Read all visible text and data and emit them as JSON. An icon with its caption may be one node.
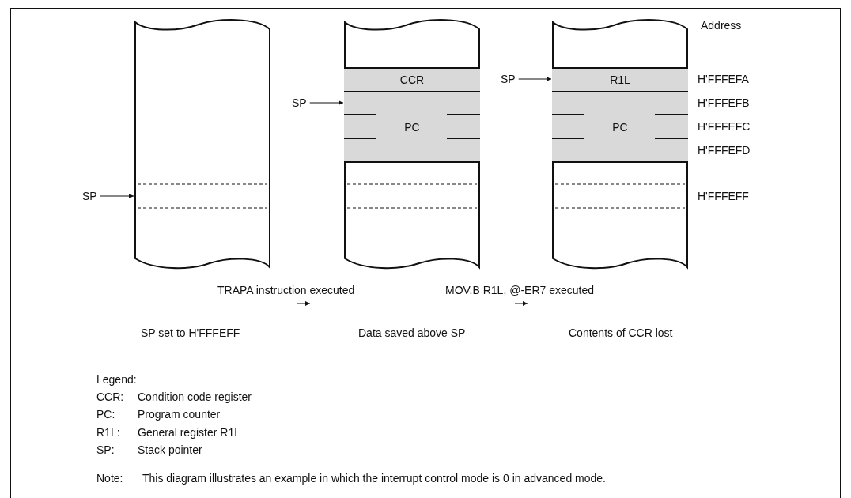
{
  "diagram": {
    "nodes": [
      {
        "text": [],
        "shape": "box"
      },
      {
        "text": [
          "SP"
        ]
      },
      {
        "text": [],
        "shape": "box"
      },
      {
        "text": [
          "CCR"
        ],
        "in": 2
      },
      {
        "text": [
          "PC"
        ],
        "in": 2
      },
      {
        "text": [
          "SP"
        ]
      },
      {
        "text": [],
        "shape": "box"
      },
      {
        "text": [
          "R1L"
        ],
        "in": 6
      },
      {
        "text": [
          "PC"
        ],
        "in": 6
      },
      {
        "text": [
          "SP"
        ]
      }
    ],
    "edges": [
      {
        "from": 1,
        "to": 0,
        "arrow": "to"
      },
      {
        "from": 5,
        "to": 4,
        "arrow": "to"
      },
      {
        "from": 9,
        "to": 7,
        "arrow": "to"
      }
    ],
    "labels": [
      "Address",
      "H'FFFEFA",
      "H'FFFEFB",
      "H'FFFEFC",
      "H'FFFEFD",
      "H'FFFEFF",
      "TRAPA instruction executed",
      "MOV.B R1L, @-ER7 executed",
      "SP set to H'FFFEFF",
      "Data saved above SP",
      "Contents of CCR lost",
      "Legend:",
      "CCR:",
      "Condition code register",
      "PC:",
      "Program counter",
      "R1L:",
      "General register R1L",
      "SP:",
      "Stack pointer",
      "Note:",
      "This diagram illustrates an example in which the interrupt control mode is 0 in advanced mode."
    ]
  }
}
